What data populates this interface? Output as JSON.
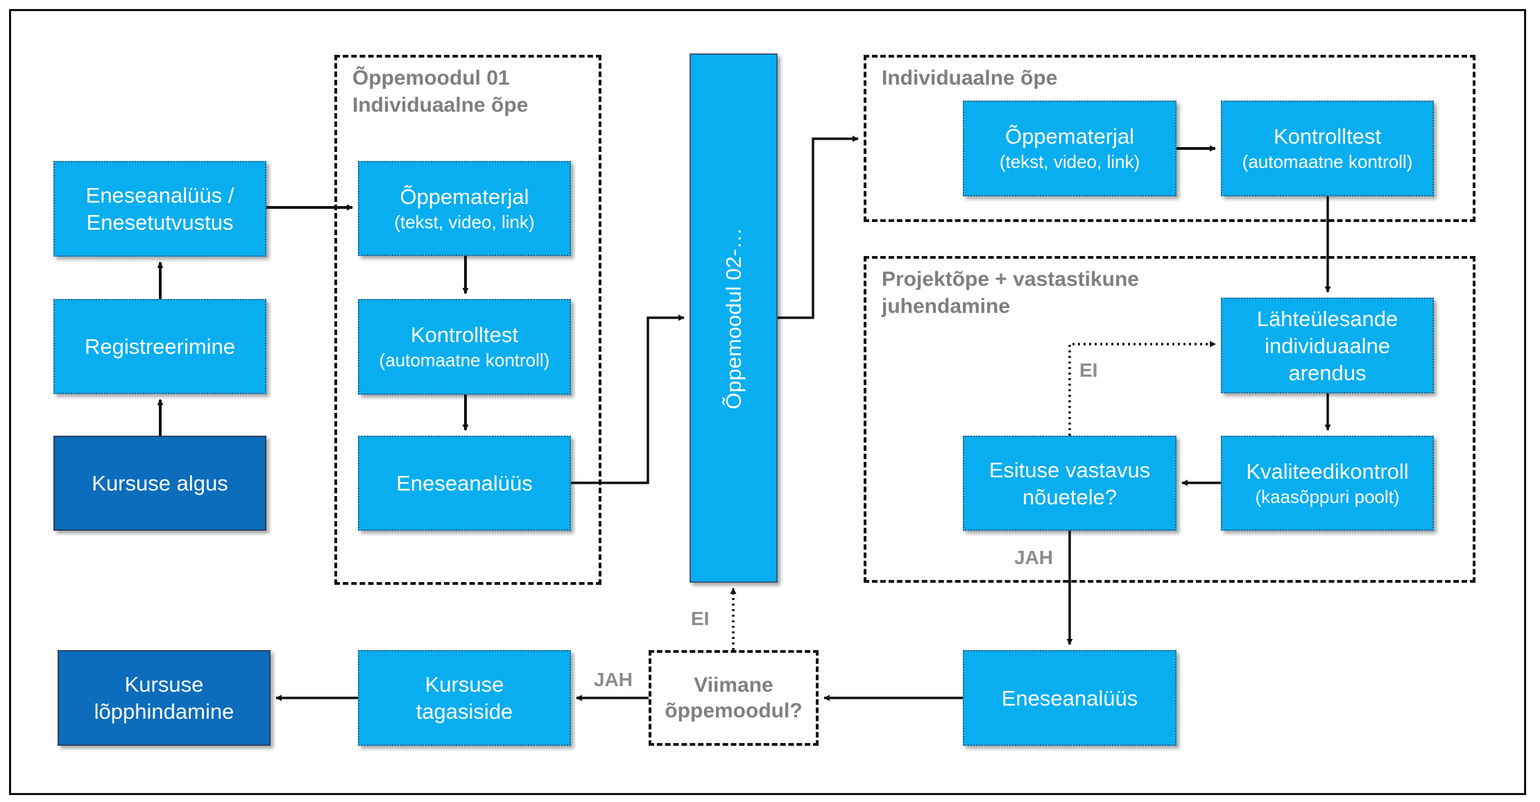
{
  "groups": {
    "module01_line1": "Õppemoodul 01",
    "module01_line2": "Individuaalne õpe",
    "individual": "Individuaalne õpe",
    "project_line1": "Projektõpe + vastastikune",
    "project_line2": "juhendamine"
  },
  "nodes": {
    "kursuse_algus": "Kursuse algus",
    "registreerimine": "Registreerimine",
    "eneseanaluus_line1": "Eneseanalüüs /",
    "eneseanaluus_line2": "Enesetutvustus",
    "m1_oppematerjal": "Õppematerjal",
    "m1_oppematerjal_sub": "(tekst, video, link)",
    "m1_kontrolltest": "Kontrolltest",
    "m1_kontrolltest_sub": "(automaatne kontroll)",
    "m1_eneseanaluus": "Eneseanalüüs",
    "module02": "Õppemoodul 02-…",
    "ind_oppematerjal": "Õppematerjal",
    "ind_oppematerjal_sub": "(tekst, video, link)",
    "ind_kontrolltest": "Kontrolltest",
    "ind_kontrolltest_sub": "(automaatne kontroll)",
    "lahte_line1": "Lähteülesande",
    "lahte_line2": "individuaalne",
    "lahte_line3": "arendus",
    "kvaliteet": "Kvaliteedikontroll",
    "kvaliteet_sub": "(kaasõppuri poolt)",
    "esitus_line1": "Esituse vastavus",
    "esitus_line2": "nõuetele?",
    "proj_eneseanaluus": "Eneseanalüüs",
    "viimane_line1": "Viimane",
    "viimane_line2": "õppemoodul?",
    "tagasiside_line1": "Kursuse",
    "tagasiside_line2": "tagasiside",
    "lopp_line1": "Kursuse",
    "lopp_line2": "lõpphindamine"
  },
  "edge_labels": {
    "esitus_no": "EI",
    "esitus_yes": "JAH",
    "viimane_no": "EI",
    "viimane_yes": "JAH"
  },
  "colors": {
    "box_fill": "#08aef0",
    "box_dark_fill": "#0b6dbc",
    "group_title": "#7f7f7f",
    "edge_label": "#8c8c8c"
  }
}
